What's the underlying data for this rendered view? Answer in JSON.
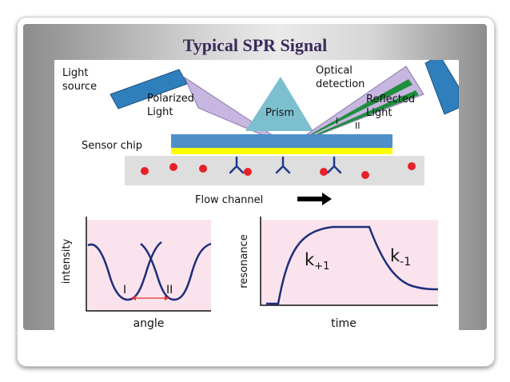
{
  "slide": {
    "title": "Typical SPR Signal"
  },
  "diagram": {
    "light_source": [
      "Light",
      "source"
    ],
    "polarized_light": [
      "Polarized",
      "Light"
    ],
    "prism": "Prism",
    "optical_detection": [
      "Optical",
      "detection"
    ],
    "reflected_light": [
      "Reflected",
      "Light"
    ],
    "beam_marks": [
      "I",
      "II"
    ],
    "sensor_chip": "Sensor chip",
    "flow_channel": "Flow channel"
  },
  "plots": {
    "left": {
      "ylabel": "intensity",
      "xlabel": "angle",
      "dip_labels": [
        "I",
        "II"
      ]
    },
    "right": {
      "ylabel": "resonance",
      "xlabel": "time",
      "assoc_label": "k+1",
      "dissoc_label": "k-1"
    }
  },
  "colors": {
    "prism": "#7cc0cf",
    "polarized_beam": "#c7b6df",
    "reflected_green": "#1e8e3e",
    "sensor_blue": "#4d8fc9",
    "sensor_yellow": "#ffff00",
    "flow_grey": "#dedede",
    "particle_red": "#e8202a",
    "receptor_navy": "#1f3a8a",
    "plot_bg": "#fbe3ee",
    "curve_navy": "#1d2e7a",
    "arrow_red": "#e83030"
  }
}
